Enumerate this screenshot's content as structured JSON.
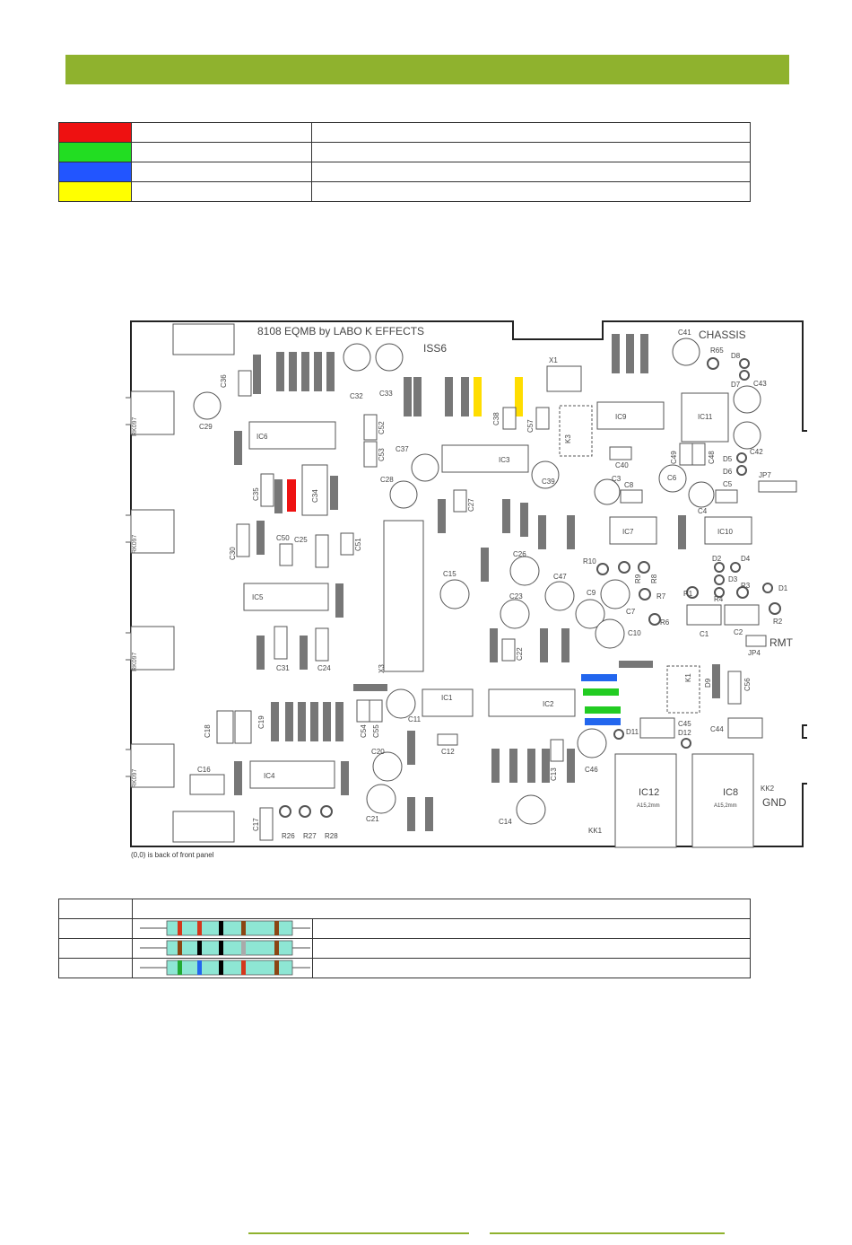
{
  "legend": {
    "rows": [
      {
        "color": "#ee1111",
        "label": "",
        "note": ""
      },
      {
        "color": "#22dd22",
        "label": "",
        "note": ""
      },
      {
        "color": "#2255ff",
        "label": "",
        "note": ""
      },
      {
        "color": "#ffff00",
        "label": "",
        "note": ""
      }
    ]
  },
  "board": {
    "title": "8108 EQMB by LABO K EFFECTS",
    "issue": "ISS6",
    "chassis": "CHASSIS",
    "gnd": "GND",
    "rmt": "RMT",
    "caption": "(0,0) is back of front panel",
    "labels": {
      "C36": "C36",
      "C29": "C29",
      "IC6": "IC6",
      "C32": "C32",
      "C33": "C33",
      "C52": "C52",
      "C53": "C53",
      "C38": "C38",
      "C37": "C37",
      "IC3": "IC3",
      "C57": "C57",
      "X1": "X1",
      "K3": "K3",
      "IC9": "IC9",
      "IC11": "IC11",
      "C41": "C41",
      "R65": "R65",
      "D8": "D8",
      "D7": "D7",
      "C43": "C43",
      "C42": "C42",
      "C40": "C40",
      "C49": "C49",
      "C48": "C48",
      "D5": "D5",
      "D6": "D6",
      "JP7": "JP7",
      "C35": "C35",
      "C34": "C34",
      "C28": "C28",
      "C27": "C27",
      "C39": "C39",
      "C3": "C3",
      "C8": "C8",
      "C6": "C6",
      "C4": "C4",
      "C5": "C5",
      "C30": "C30",
      "C50": "C50",
      "C25": "C25",
      "C51": "C51",
      "C26": "C26",
      "IC7": "IC7",
      "IC10": "IC10",
      "IC5": "IC5",
      "C15": "C15",
      "C47": "C47",
      "R10": "R10",
      "R9": "R9",
      "R8": "R8",
      "D2": "D2",
      "D4": "D4",
      "D3": "D3",
      "R3": "R3",
      "D1": "D1",
      "R1": "R1",
      "R4": "R4",
      "R2": "R2",
      "R7": "R7",
      "C23": "C23",
      "C9": "C9",
      "C7": "C7",
      "R6": "R6",
      "C10": "C10",
      "C1": "C1",
      "C2": "C2",
      "JP4": "JP4",
      "C31": "C31",
      "C24": "C24",
      "C22": "C22",
      "K1": "K1",
      "D9": "D9",
      "C56": "C56",
      "X3": "X3",
      "IC1": "IC1",
      "IC2": "IC2",
      "C18": "C18",
      "C19": "C19",
      "C54": "C54",
      "C55": "C55",
      "C11": "C11",
      "C12": "C12",
      "C45": "C45",
      "C44": "C44",
      "D11": "D11",
      "D12": "D12",
      "C20": "C20",
      "C46": "C46",
      "C13": "C13",
      "IC12": "IC12",
      "IC8": "IC8",
      "KK2": "KK2",
      "C16": "C16",
      "IC4": "IC4",
      "C21": "C21",
      "C14": "C14",
      "C17": "C17",
      "R26": "R26",
      "R27": "R27",
      "R28": "R28",
      "KK1": "KK1",
      "A15_1": "A15,2mm",
      "A15_2": "A15,2mm",
      "RK097": "RK097"
    }
  },
  "resistor_table": {
    "header": [
      "",
      ""
    ],
    "rows": [
      {
        "id": "",
        "value": "",
        "bands": [
          "#d4371c",
          "#d4371c",
          "#000000",
          "#8b4513",
          "#8b4513"
        ]
      },
      {
        "id": "",
        "value": "",
        "bands": [
          "#8b4513",
          "#000000",
          "#000000",
          "#aaaaaa",
          "#8b4513"
        ]
      },
      {
        "id": "",
        "value": "",
        "bands": [
          "#22aa33",
          "#2266ee",
          "#000000",
          "#d4371c",
          "#8b4513"
        ]
      }
    ]
  }
}
